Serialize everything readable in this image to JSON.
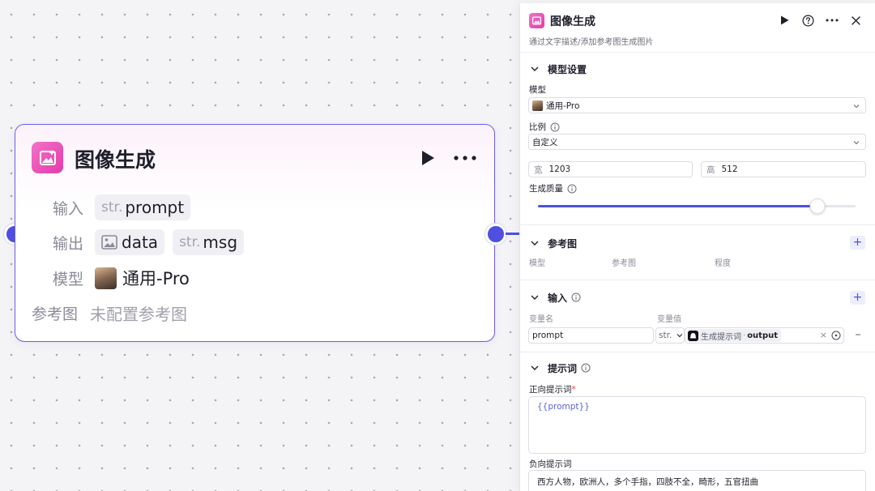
{
  "node": {
    "title": "图像生成",
    "input_label": "输入",
    "input_param": {
      "type": "str.",
      "name": "prompt"
    },
    "output_label": "输出",
    "outputs": [
      {
        "type_icon": "image-icon",
        "name": "data"
      },
      {
        "type": "str.",
        "name": "msg"
      }
    ],
    "model_label": "模型",
    "model_name": "通用-Pro",
    "reference_label": "参考图",
    "reference_value": "未配置参考图"
  },
  "panel": {
    "title": "图像生成",
    "description": "通过文字描述/添加参考图生成图片",
    "model_section": {
      "title": "模型设置",
      "model_label": "模型",
      "model_value": "通用-Pro",
      "ratio_label": "比例",
      "ratio_value": "自定义",
      "width_prefix": "宽",
      "width_value": "1203",
      "height_prefix": "高",
      "height_value": "512",
      "quality_label": "生成质量",
      "quality_level": 0.88
    },
    "reference_section": {
      "title": "参考图",
      "columns": [
        "模型",
        "参考图",
        "程度"
      ]
    },
    "input_section": {
      "title": "输入",
      "col_name": "变量名",
      "col_value": "变量值",
      "var_name": "prompt",
      "var_type": "str.",
      "ref_node": "生成提示词",
      "ref_sep": "·",
      "ref_output": "output"
    },
    "prompt_section": {
      "title": "提示词",
      "positive_label": "正向提示词",
      "required_mark": "*",
      "positive_value": "{{prompt}}",
      "negative_label": "负向提示词",
      "negative_value": "西方人物，欧洲人，多个手指，四肢不全，畸形，五官扭曲"
    }
  },
  "colors": {
    "accent": "#4f4fe0",
    "node_border": "#6c5ce7",
    "icon_pink": "#e23ba9"
  }
}
